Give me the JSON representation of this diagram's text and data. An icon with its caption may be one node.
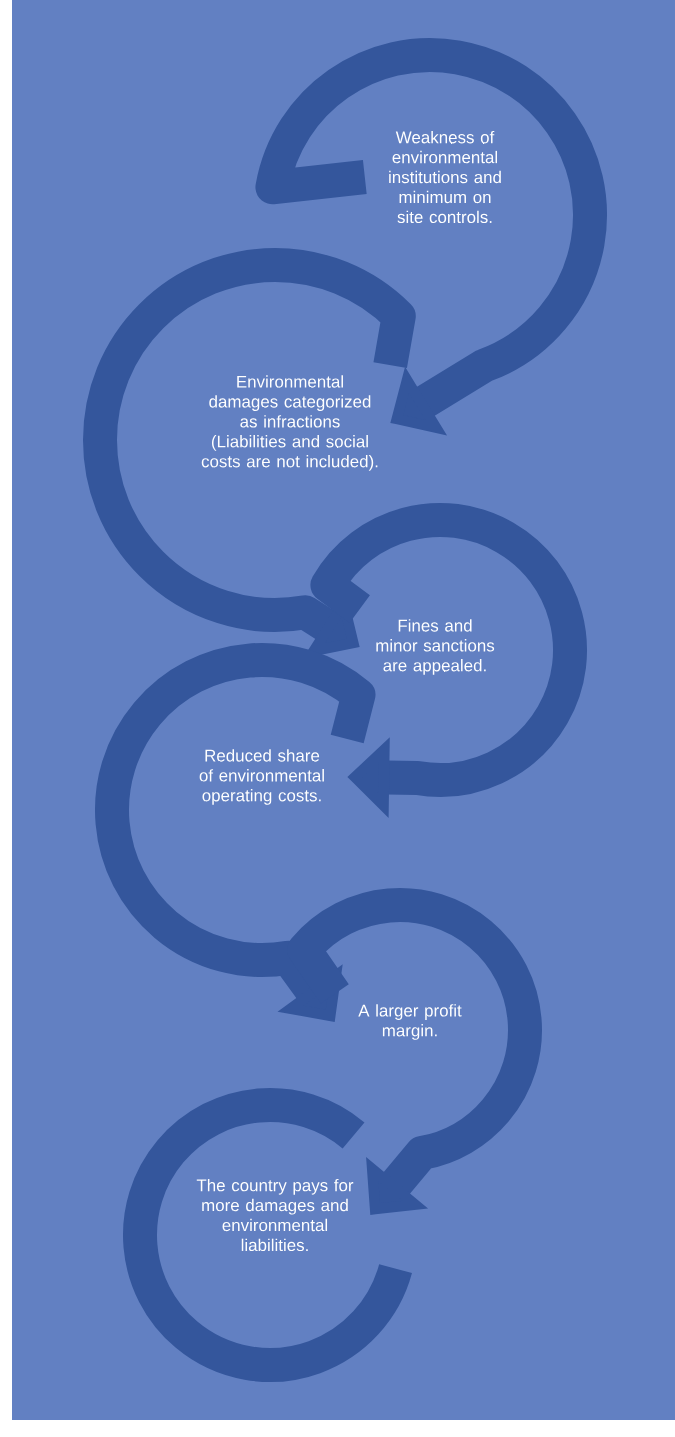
{
  "diagram": {
    "nodes": [
      {
        "text": [
          "Weakness of environmental institutions and minimum on site controls."
        ]
      },
      {
        "text": [
          "Environmental damages categorized as infractions (Liabilities and social costs are not included)."
        ]
      },
      {
        "text": [
          "Fines and minor sanctions are appealed."
        ]
      },
      {
        "text": [
          "Reduced share of environmental operating costs."
        ]
      },
      {
        "text": [
          "A larger profit margin."
        ]
      },
      {
        "text": [
          "The country pays for more damages and environmental liabilities."
        ]
      }
    ],
    "edges": [
      {
        "from": 0,
        "to": 1,
        "arrow": "to"
      },
      {
        "from": 1,
        "to": 2,
        "arrow": "to"
      },
      {
        "from": 2,
        "to": 3,
        "arrow": "to"
      },
      {
        "from": 3,
        "to": 4,
        "arrow": "to"
      },
      {
        "from": 4,
        "to": 5,
        "arrow": "to"
      }
    ]
  }
}
